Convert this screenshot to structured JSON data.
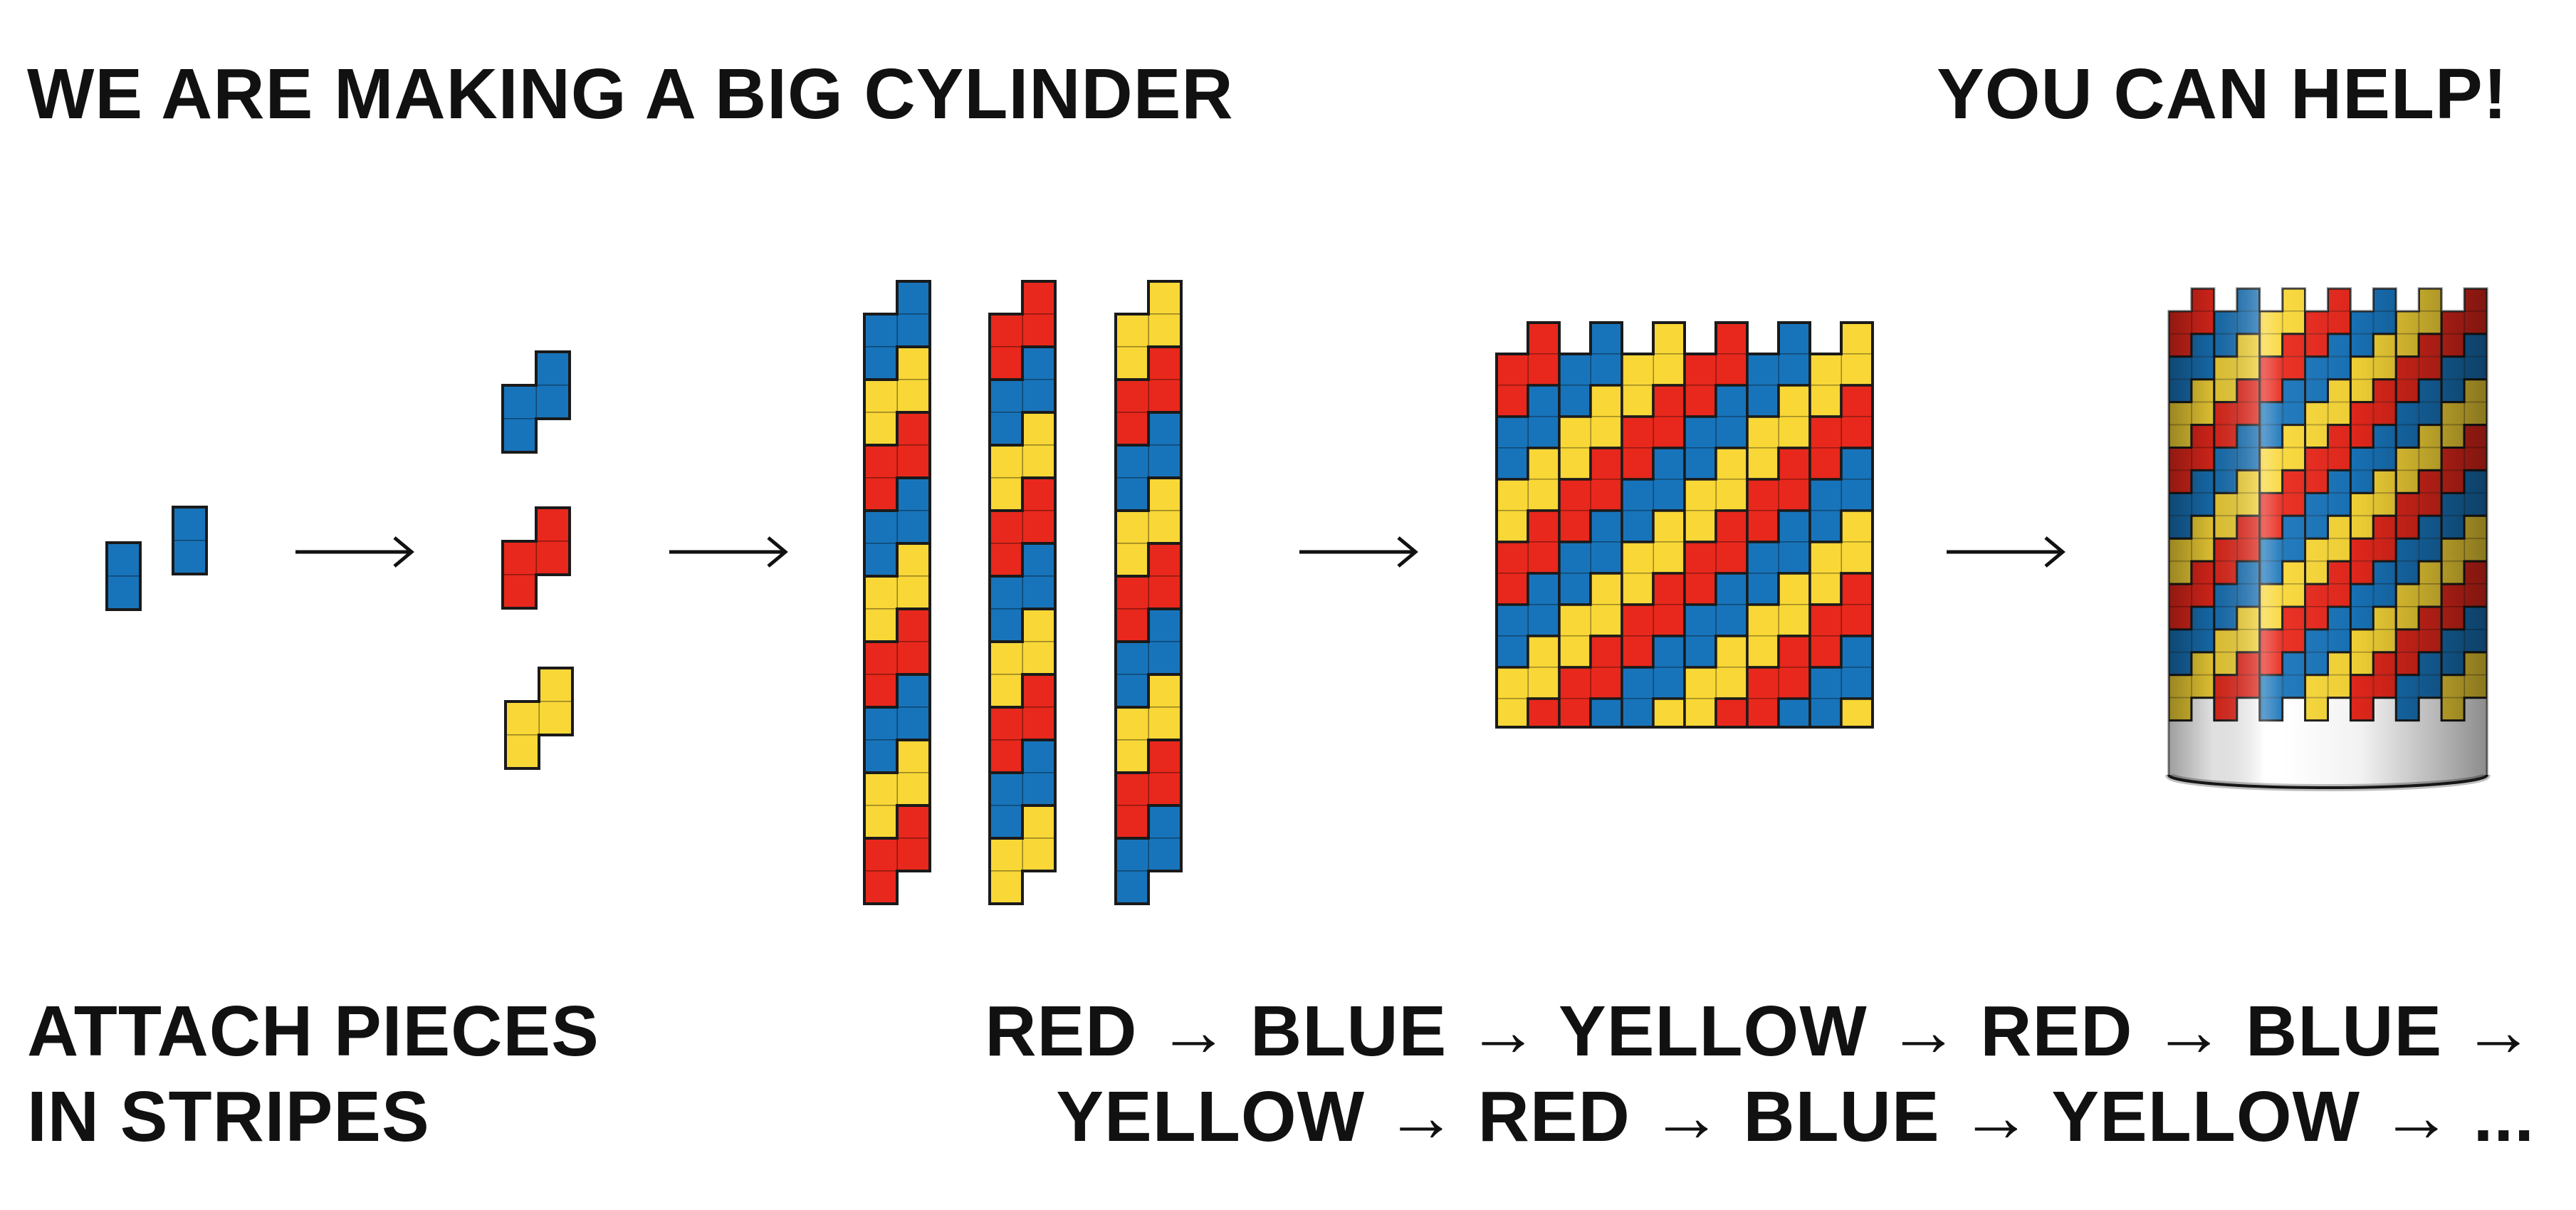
{
  "title_left": "WE ARE MAKING A BIG CYLINDER",
  "title_right": "YOU CAN HELP!",
  "instruction": {
    "line1": "ATTACH PIECES",
    "line2": "IN STRIPES"
  },
  "sequence": {
    "line1": "RED → BLUE → YELLOW → RED → BLUE →",
    "line2": "YELLOW → RED → BLUE → YELLOW → ..."
  },
  "colors": {
    "red": "#e8281c",
    "blue": "#1874ba",
    "yellow": "#f8d737",
    "outline": "#1a1a1a"
  },
  "stripe_order": [
    "red",
    "blue",
    "yellow"
  ],
  "icons": {
    "arrow": "right-arrow-icon",
    "piece": "tetromino-piece-icon",
    "cylinder": "cylinder-icon"
  }
}
